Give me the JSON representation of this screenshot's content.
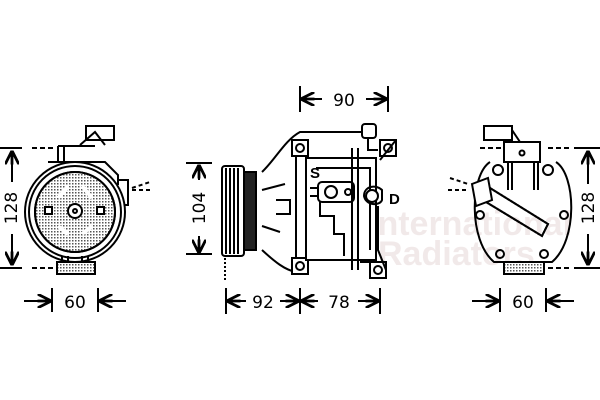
{
  "diagram": {
    "subject": "A/C compressor dimensional drawing",
    "watermark": {
      "line1": "International",
      "line2": "Radiators"
    },
    "views": {
      "front": {
        "height_label": "128",
        "width_label": "60"
      },
      "side": {
        "top_label": "90",
        "height_label": "104",
        "left_bottom_label": "92",
        "right_bottom_label": "78",
        "suction_label": "S",
        "discharge_label": "D"
      },
      "rear": {
        "height_label": "128",
        "width_label": "60"
      }
    },
    "colors": {
      "line": "#000000",
      "background": "#ffffff",
      "watermark": "#e9dcdc"
    }
  }
}
